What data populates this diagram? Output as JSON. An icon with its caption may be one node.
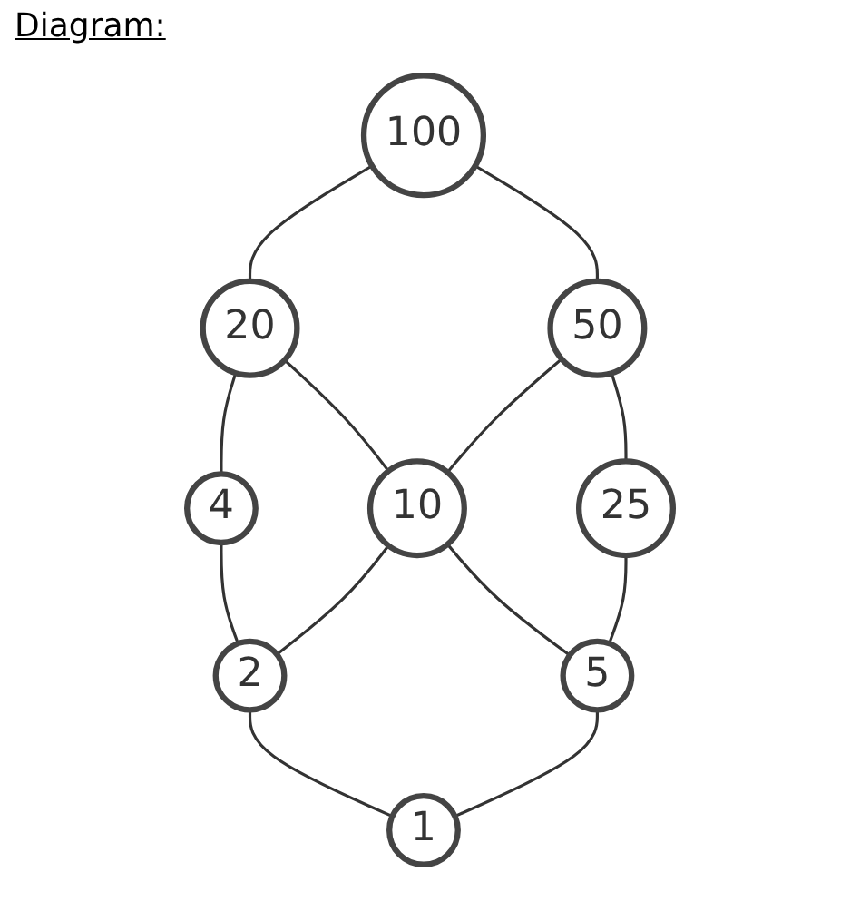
{
  "diagram": {
    "title": "Diagram:",
    "nodes": [
      {
        "text": [
          "100"
        ]
      },
      {
        "text": [
          "20"
        ]
      },
      {
        "text": [
          "50"
        ]
      },
      {
        "text": [
          "4"
        ]
      },
      {
        "text": [
          "10"
        ]
      },
      {
        "text": [
          "25"
        ]
      },
      {
        "text": [
          "2"
        ]
      },
      {
        "text": [
          "5"
        ]
      },
      {
        "text": [
          "1"
        ]
      }
    ],
    "edges": [
      {
        "from": 0,
        "to": 1,
        "arrow": "none"
      },
      {
        "from": 0,
        "to": 2,
        "arrow": "none"
      },
      {
        "from": 1,
        "to": 3,
        "arrow": "none"
      },
      {
        "from": 1,
        "to": 4,
        "arrow": "none"
      },
      {
        "from": 2,
        "to": 4,
        "arrow": "none"
      },
      {
        "from": 2,
        "to": 5,
        "arrow": "none"
      },
      {
        "from": 3,
        "to": 6,
        "arrow": "none"
      },
      {
        "from": 4,
        "to": 6,
        "arrow": "none"
      },
      {
        "from": 4,
        "to": 7,
        "arrow": "none"
      },
      {
        "from": 5,
        "to": 7,
        "arrow": "none"
      },
      {
        "from": 6,
        "to": 8,
        "arrow": "none"
      },
      {
        "from": 7,
        "to": 8,
        "arrow": "none"
      }
    ]
  }
}
